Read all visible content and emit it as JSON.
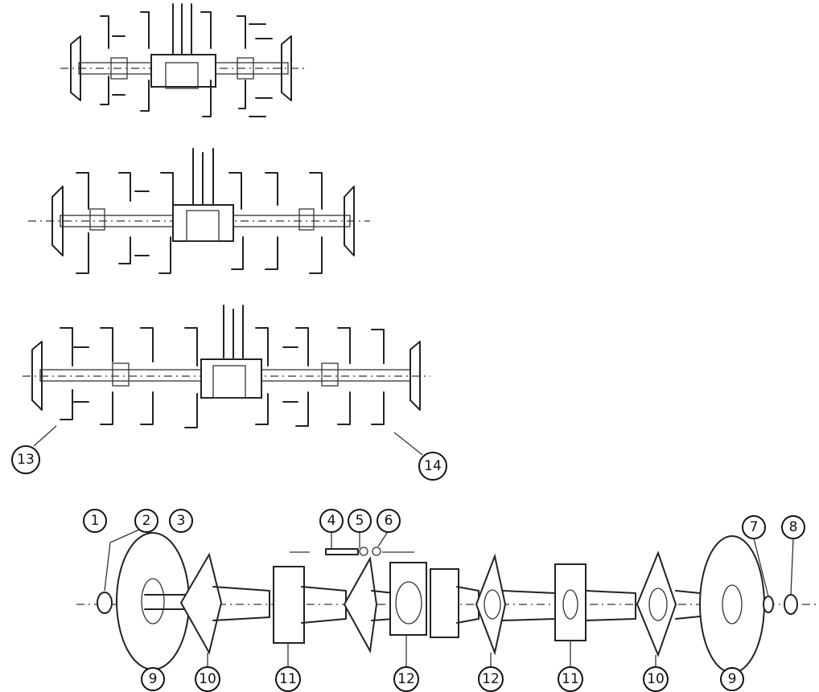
{
  "callouts": [
    {
      "id": "c1",
      "label": "1"
    },
    {
      "id": "c2",
      "label": "2"
    },
    {
      "id": "c3",
      "label": "3"
    },
    {
      "id": "c4",
      "label": "4"
    },
    {
      "id": "c5",
      "label": "5"
    },
    {
      "id": "c6",
      "label": "6"
    },
    {
      "id": "c7",
      "label": "7"
    },
    {
      "id": "c8",
      "label": "8"
    },
    {
      "id": "c9a",
      "label": "9"
    },
    {
      "id": "c9b",
      "label": "9"
    },
    {
      "id": "c10a",
      "label": "10"
    },
    {
      "id": "c10b",
      "label": "10"
    },
    {
      "id": "c11a",
      "label": "11"
    },
    {
      "id": "c11b",
      "label": "11"
    },
    {
      "id": "c12a",
      "label": "12"
    },
    {
      "id": "c12b",
      "label": "12"
    },
    {
      "id": "c13",
      "label": "13"
    },
    {
      "id": "c14",
      "label": "14"
    }
  ]
}
